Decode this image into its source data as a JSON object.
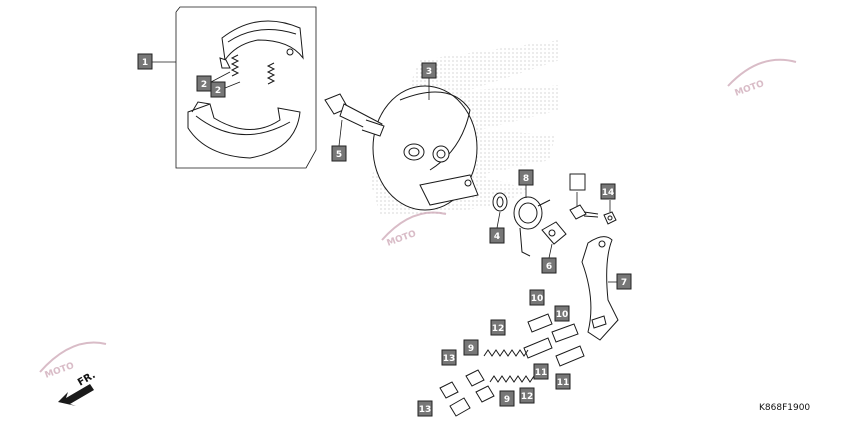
{
  "diagram": {
    "code": "K868F1900",
    "direction_label": "FR.",
    "watermark": "MOTO",
    "callouts": [
      "1",
      "2",
      "2",
      "3",
      "4",
      "5",
      "6",
      "7",
      "8",
      "",
      "9",
      "9",
      "10",
      "10",
      "11",
      "11",
      "12",
      "12",
      "13",
      "13",
      "14"
    ],
    "colors": {
      "callout_fill": "#777777",
      "callout_border": "#222222",
      "line": "#1a1a1a",
      "watermark": "#c9a0b0"
    }
  }
}
